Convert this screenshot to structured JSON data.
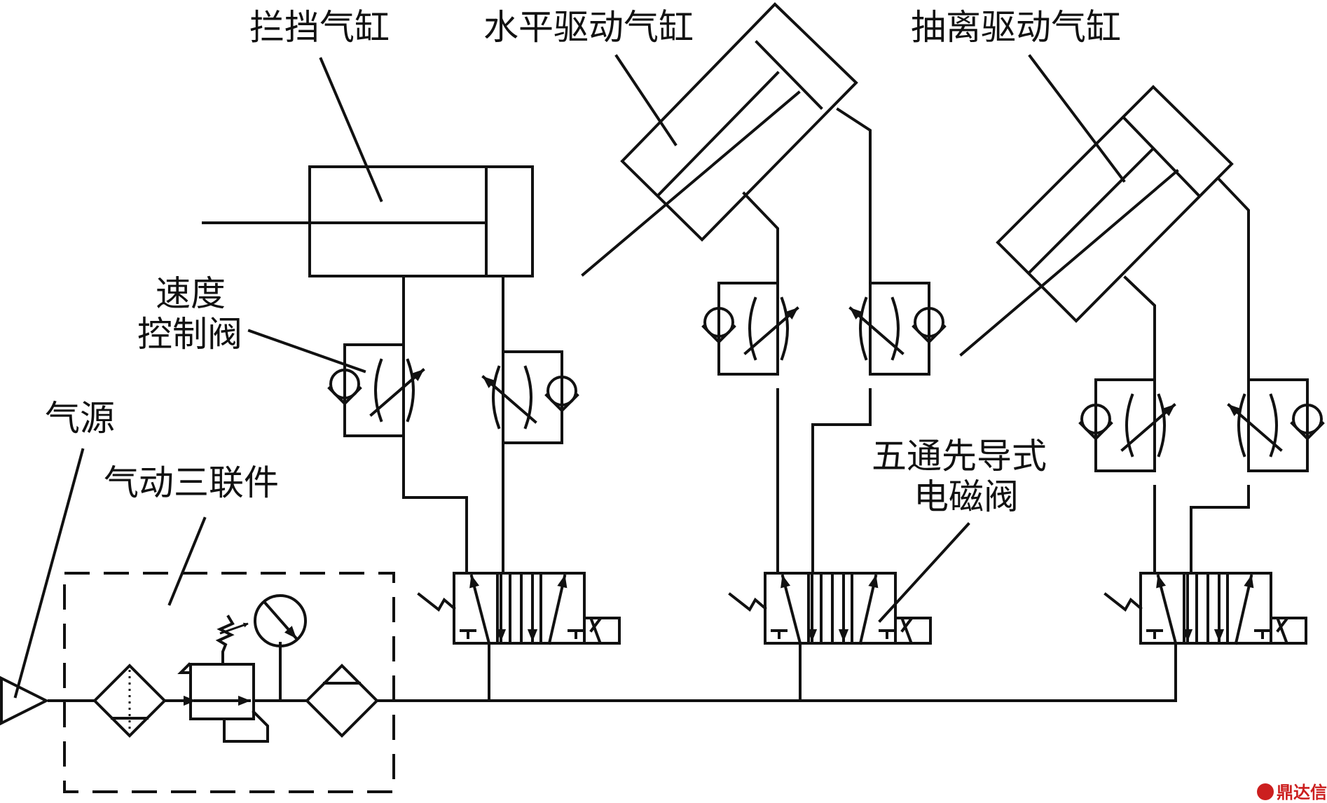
{
  "labels": {
    "blocking_cylinder": "拦挡气缸",
    "horizontal_cylinder": "水平驱动气缸",
    "withdraw_cylinder": "抽离驱动气缸",
    "speed_valve_line1": "速度",
    "speed_valve_line2": "控制阀",
    "air_source": "气源",
    "frl_unit": "气动三联件",
    "solenoid_line1": "五通先导式",
    "solenoid_line2": "电磁阀"
  },
  "watermark": "鼎达信",
  "colors": {
    "line": "#111111",
    "watermark": "#cc1f1f"
  }
}
